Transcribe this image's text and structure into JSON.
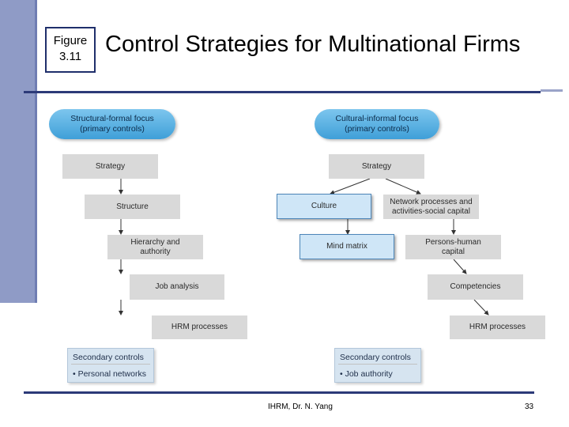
{
  "figure": {
    "line1": "Figure",
    "line2": "3.11"
  },
  "title": "Control Strategies for Multinational Firms",
  "left": {
    "header": {
      "line1": "Structural-formal focus",
      "line2": "(primary controls)"
    },
    "steps": [
      "Strategy",
      "Structure",
      "Hierarchy and|authority",
      "Job analysis",
      "HRM processes"
    ],
    "secondary": {
      "title": "Secondary controls",
      "item": "• Personal networks"
    }
  },
  "right": {
    "header": {
      "line1": "Cultural-informal focus",
      "line2": "(primary controls)"
    },
    "strategy": "Strategy",
    "culture": "Culture",
    "network": "Network processes and|activities-social capital",
    "mind_matrix": "Mind matrix",
    "persons": "Persons-human|capital",
    "competencies": "Competencies",
    "hrm": "HRM processes",
    "secondary": {
      "title": "Secondary controls",
      "item": "• Job authority"
    }
  },
  "footer": {
    "center": "IHRM, Dr. N. Yang",
    "page": "33"
  },
  "colors": {
    "accent": "#2c3a78",
    "sidebar": "#8f9bc6",
    "pill": "#4aa9df",
    "box": "#d9d9d9",
    "secondary": "#d6e4f0"
  }
}
